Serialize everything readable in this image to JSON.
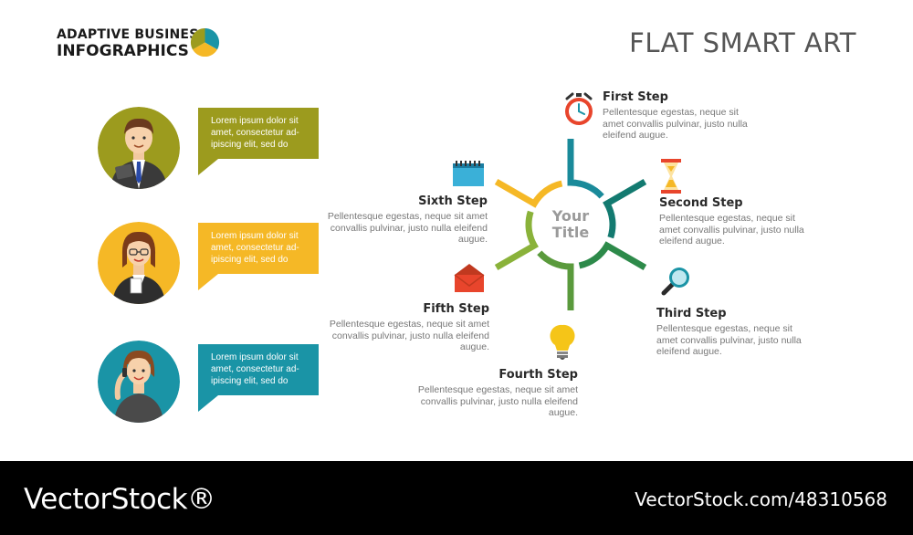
{
  "header": {
    "brand_line1": "ADAPTIVE BUSINESS",
    "brand_line2": "INFOGRAPHICS",
    "title": "FLAT SMART ART"
  },
  "center": {
    "line1": "Your",
    "line2": "Title"
  },
  "people": [
    {
      "icon": "businessman-avatar",
      "circle_color": "#9c9b1e",
      "bubble_color": "#9c9b1e",
      "bubble_text": "Lorem ipsum dolor sit amet, consectetur ad-ipiscing elit, sed do"
    },
    {
      "icon": "businesswoman-glasses-avatar",
      "circle_color": "#f5b826",
      "bubble_color": "#f5b826",
      "bubble_text": "Lorem ipsum dolor sit amet, consectetur ad-ipiscing elit, sed do"
    },
    {
      "icon": "businesswoman-phone-avatar",
      "circle_color": "#1a94a6",
      "bubble_color": "#1a94a6",
      "bubble_text": "Lorem ipsum dolor sit amet, consectetur ad-ipiscing elit, sed do"
    }
  ],
  "steps": [
    {
      "title": "First Step",
      "text": "Pellentesque egestas, neque sit amet convallis pulvinar, justo nulla eleifend augue.",
      "icon": "alarm-clock-icon",
      "color": "#1a8a9a"
    },
    {
      "title": "Second Step",
      "text": "Pellentesque egestas, neque sit amet convallis pulvinar, justo nulla eleifend augue.",
      "icon": "hourglass-icon",
      "color": "#137a70"
    },
    {
      "title": "Third Step",
      "text": "Pellentesque egestas, neque sit amet convallis pulvinar, justo nulla eleifend augue.",
      "icon": "magnifier-icon",
      "color": "#2d8a4a"
    },
    {
      "title": "Fourth Step",
      "text": "Pellentesque egestas, neque sit amet convallis pulvinar, justo nulla eleifend augue.",
      "icon": "lightbulb-icon",
      "color": "#5a9a3c"
    },
    {
      "title": "Fifth Step",
      "text": "Pellentesque egestas, neque sit amet convallis pulvinar, justo nulla eleifend augue.",
      "icon": "envelope-icon",
      "color": "#8ab23a"
    },
    {
      "title": "Sixth Step",
      "text": "Pellentesque egestas, neque sit amet convallis pulvinar, justo nulla eleifend augue.",
      "icon": "notepad-icon",
      "color": "#f5b826"
    }
  ],
  "footer": {
    "left": "VectorStock®",
    "right": "VectorStock.com/48310568"
  }
}
